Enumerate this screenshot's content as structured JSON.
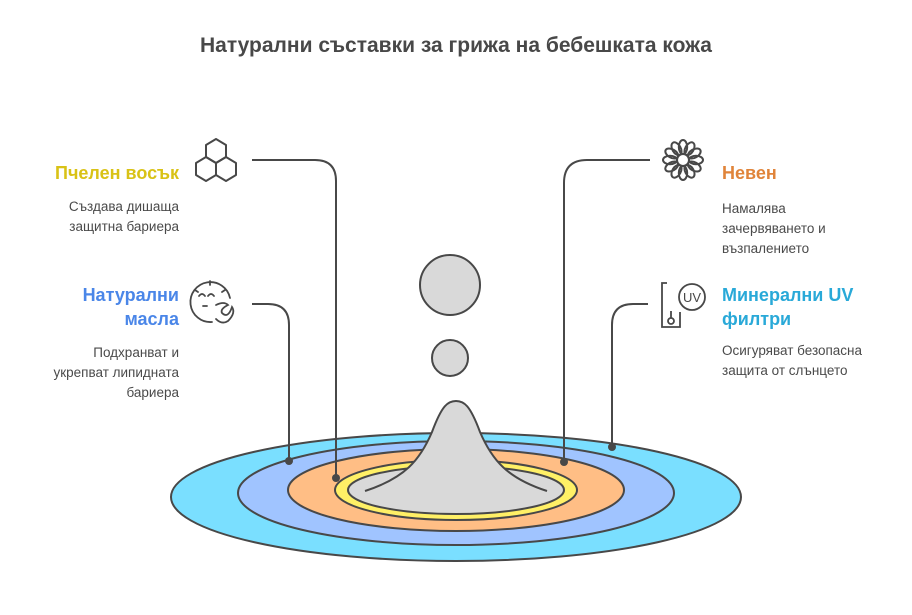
{
  "title": "Натурални съставки за грижа на бебешката кожа",
  "colors": {
    "beeswax": "#D9C216",
    "oils": "#4A86E8",
    "calendula": "#E0843A",
    "uv": "#29A9D8",
    "stroke": "#484848",
    "ring_outer": "#7ADFFF",
    "ring_blue": "#A0C4FF",
    "ring_orange": "#FFBE85",
    "ring_yellow": "#FFF066",
    "ring_center": "#D9D9D9"
  },
  "items": [
    {
      "id": "beeswax",
      "label": "Пчелен восък",
      "desc_lines": [
        "Създава дишаща",
        "защитна бариера"
      ],
      "icon": "honeycomb-icon"
    },
    {
      "id": "oils",
      "label_lines": [
        "Натурални",
        "масла"
      ],
      "desc_lines": [
        "Подхранват и",
        "укрепват липидната",
        "бариера"
      ],
      "icon": "face-icon"
    },
    {
      "id": "calendula",
      "label": "Невен",
      "desc_lines": [
        "Намалява",
        "зачервяването и",
        "възпалението"
      ],
      "icon": "flower-icon"
    },
    {
      "id": "uv",
      "label_lines": [
        "Минерални UV",
        "филтри"
      ],
      "desc_lines": [
        "Осигуряват безопасна",
        "защита от слънцето"
      ],
      "icon": "uv-filter-icon",
      "icon_text": "UV"
    }
  ]
}
